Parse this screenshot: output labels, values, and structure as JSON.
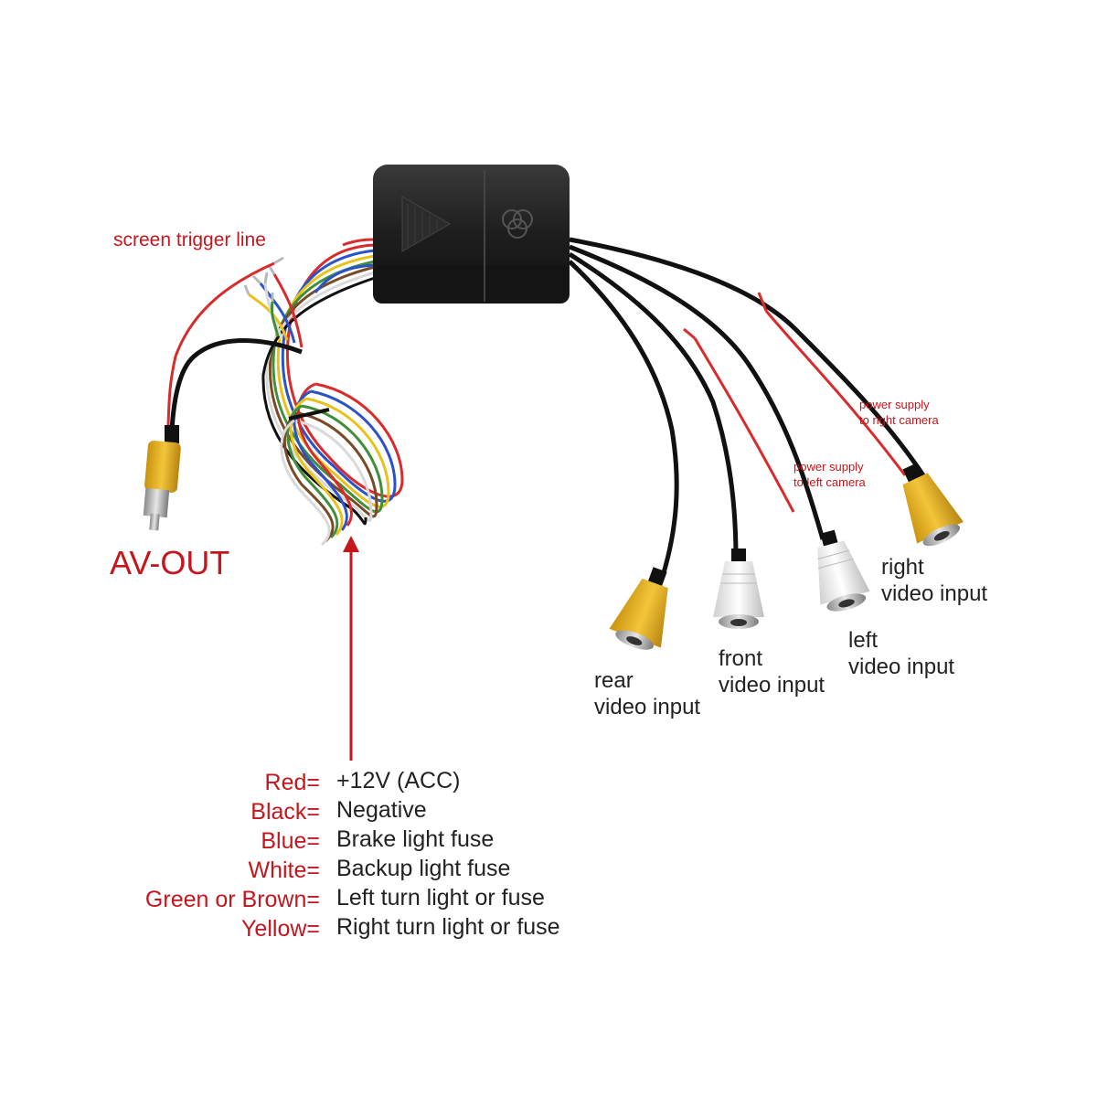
{
  "labels": {
    "screen_trigger": "screen trigger line",
    "av_out": "AV-OUT",
    "power_right": [
      "power supply",
      "to right camera"
    ],
    "power_left": [
      "power supply",
      "to left camera"
    ],
    "right_input": [
      "right",
      "video input"
    ],
    "left_input": [
      "left",
      "video input"
    ],
    "front_input": [
      "front",
      "video input"
    ],
    "rear_input": [
      "rear",
      "video input"
    ]
  },
  "legend": [
    {
      "key": "Red=",
      "value": "+12V (ACC)"
    },
    {
      "key": "Black=",
      "value": "Negative"
    },
    {
      "key": "Blue=",
      "value": "Brake light fuse"
    },
    {
      "key": "White=",
      "value": "Backup light fuse"
    },
    {
      "key": "Green or Brown=",
      "value": "Left turn light or fuse"
    },
    {
      "key": "Yellow=",
      "value": "Right turn light or fuse"
    }
  ],
  "colors": {
    "label_red": "#c4161c",
    "text_dark": "#222222",
    "rca_yellow": "#e6b422",
    "rca_white": "#f2f2f2",
    "box_black": "#1c1c1c"
  }
}
